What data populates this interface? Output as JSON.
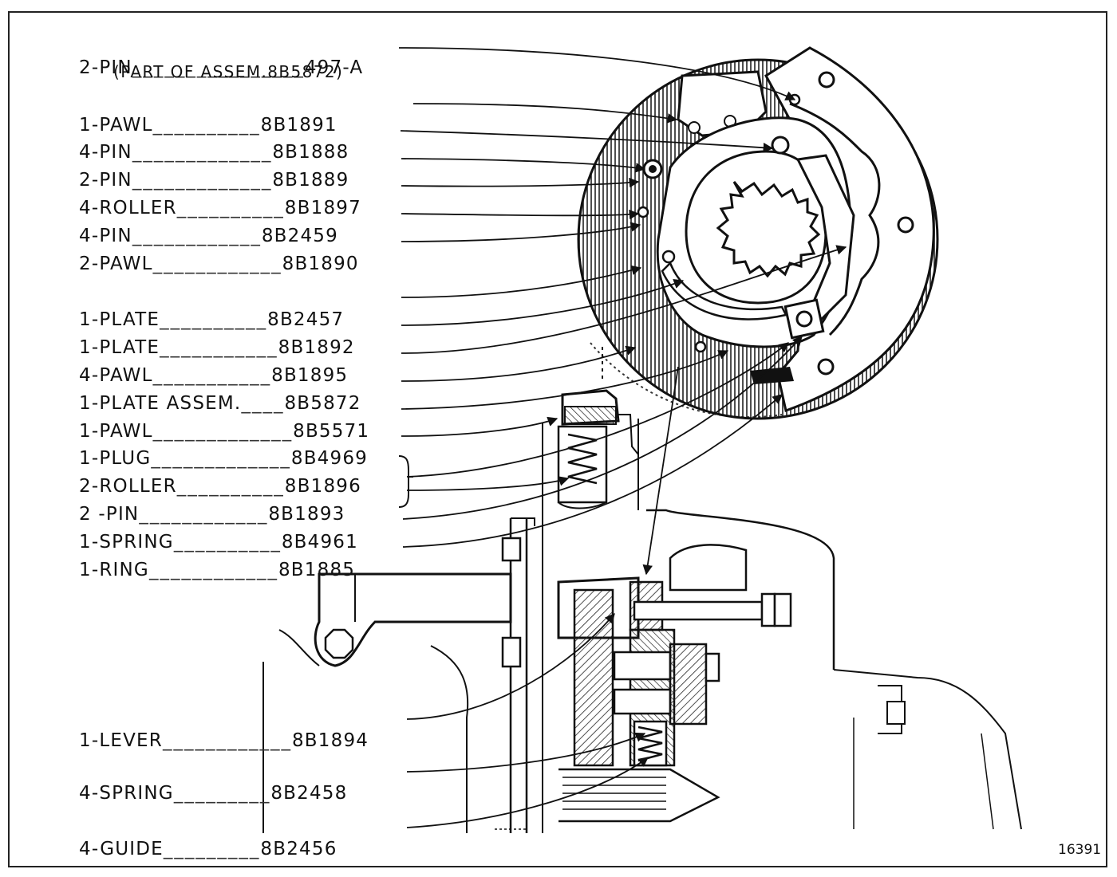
{
  "figure_number": "16391",
  "callouts": [
    {
      "name": "2-PIN",
      "qty": "2-PIN",
      "part_no": "497-A",
      "note": "(PART OF ASSEM.8B5872)"
    },
    {
      "name": "1-PAWL",
      "qty": "1-PAWL",
      "part_no": "8B1891"
    },
    {
      "name": "4-PIN",
      "qty": "4-PIN",
      "part_no": "8B1888"
    },
    {
      "name": "2-PIN-b",
      "qty": "2-PIN",
      "part_no": "8B1889"
    },
    {
      "name": "4-ROLLER",
      "qty": "4-ROLLER",
      "part_no": "8B1897"
    },
    {
      "name": "4-PIN-b",
      "qty": "4-PIN",
      "part_no": "8B2459"
    },
    {
      "name": "2-PAWL",
      "qty": "2-PAWL",
      "part_no": "8B1890"
    },
    {
      "name": "1-PLATE",
      "qty": "1-PLATE",
      "part_no": "8B2457"
    },
    {
      "name": "1-PLATE-b",
      "qty": "1-PLATE",
      "part_no": "8B1892"
    },
    {
      "name": "4-PAWL",
      "qty": "4-PAWL",
      "part_no": "8B1895"
    },
    {
      "name": "1-PLATE-ASSEM",
      "qty": "1-PLATE ASSEM.",
      "part_no": "8B5872"
    },
    {
      "name": "1-PAWL-b",
      "qty": "1-PAWL",
      "part_no": "8B5571"
    },
    {
      "name": "1-PLUG",
      "qty": "1-PLUG",
      "part_no": "8B4969"
    },
    {
      "name": "2-ROLLER",
      "qty": "2-ROLLER",
      "part_no": "8B1896"
    },
    {
      "name": "2-PIN-c",
      "qty": "2 -PIN",
      "part_no": "8B1893"
    },
    {
      "name": "1-SPRING",
      "qty": "1-SPRING",
      "part_no": "8B4961"
    },
    {
      "name": "1-RING",
      "qty": "1-RING",
      "part_no": "8B1885"
    },
    {
      "name": "1-LEVER",
      "qty": "1-LEVER",
      "part_no": "8B1894"
    },
    {
      "name": "4-SPRING",
      "qty": "4-SPRING",
      "part_no": "8B2458"
    },
    {
      "name": "4-GUIDE",
      "qty": "4-GUIDE",
      "part_no": "8B2456"
    }
  ]
}
